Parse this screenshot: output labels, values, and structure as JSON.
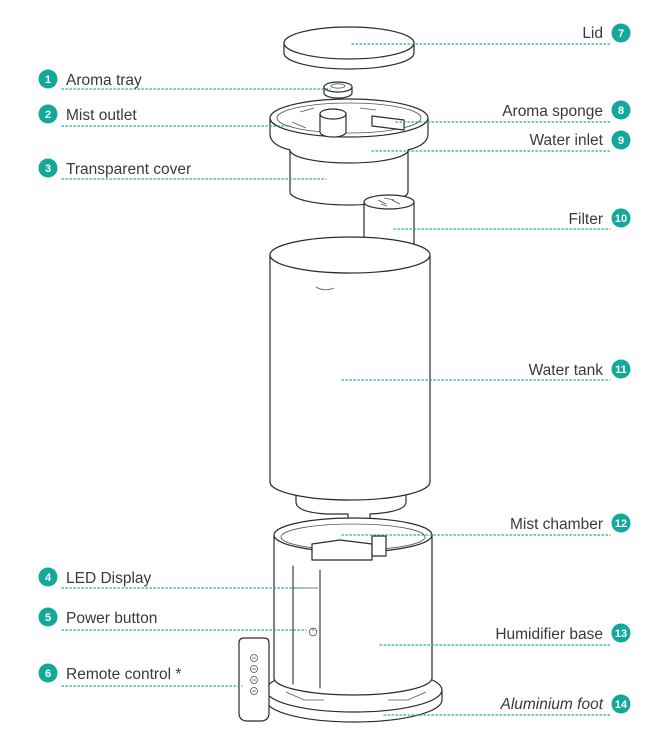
{
  "accent_color": "#14a89d",
  "parts": [
    {
      "num": "1",
      "label": "Aroma tray"
    },
    {
      "num": "2",
      "label": "Mist outlet"
    },
    {
      "num": "3",
      "label": "Transparent cover"
    },
    {
      "num": "4",
      "label": "LED Display"
    },
    {
      "num": "5",
      "label": "Power button"
    },
    {
      "num": "6",
      "label": "Remote control *"
    },
    {
      "num": "7",
      "label": "Lid"
    },
    {
      "num": "8",
      "label": "Aroma sponge"
    },
    {
      "num": "9",
      "label": "Water inlet"
    },
    {
      "num": "10",
      "label": "Filter"
    },
    {
      "num": "11",
      "label": "Water tank"
    },
    {
      "num": "12",
      "label": "Mist chamber"
    },
    {
      "num": "13",
      "label": "Humidifier base"
    },
    {
      "num": "14",
      "label": "Aluminium foot"
    }
  ]
}
